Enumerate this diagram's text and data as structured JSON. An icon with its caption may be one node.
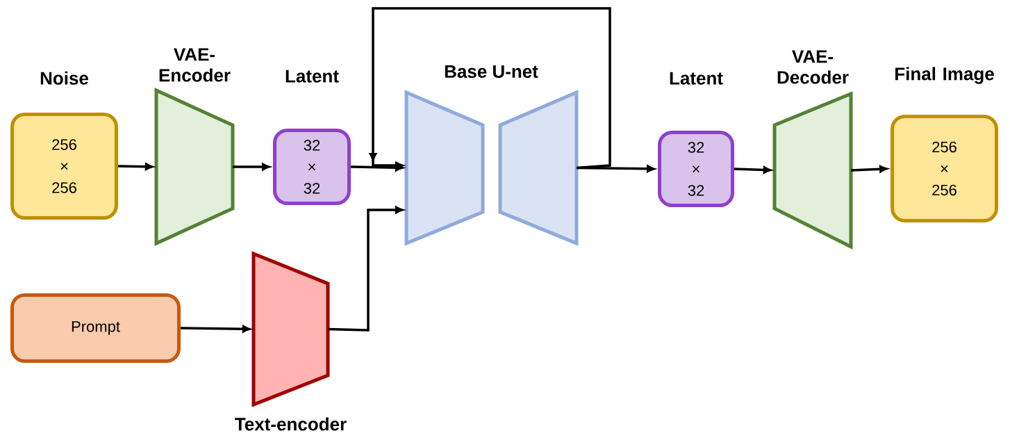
{
  "diagram": {
    "nodes": [
      {
        "text": [
          "Noise",
          "256 × 256"
        ]
      },
      {
        "text": [
          "VAE-Encoder"
        ]
      },
      {
        "text": [
          "Latent",
          "32 × 32"
        ]
      },
      {
        "text": [],
        "shape": "trapezoid"
      },
      {
        "text": [],
        "shape": "trapezoid"
      },
      {
        "text": [
          "Latent",
          "32 × 32"
        ]
      },
      {
        "text": [
          "VAE-Decoder"
        ]
      },
      {
        "text": [
          "Final Image",
          "256 × 256"
        ]
      },
      {
        "text": [
          "Prompt"
        ]
      },
      {
        "text": [
          "Text-encoder"
        ]
      }
    ],
    "edges": [
      {
        "from": 0,
        "to": 1,
        "arrow": "to"
      },
      {
        "from": 1,
        "to": 2,
        "arrow": "to"
      },
      {
        "from": 2,
        "to": 3,
        "arrow": "to"
      },
      {
        "from": 9,
        "to": 3,
        "arrow": "to"
      },
      {
        "from": 4,
        "to": 3,
        "arrow": "to"
      },
      {
        "from": 4,
        "to": 5,
        "arrow": "to"
      },
      {
        "from": 5,
        "to": 6,
        "arrow": "to"
      },
      {
        "from": 6,
        "to": 7,
        "arrow": "to"
      },
      {
        "from": 8,
        "to": 9,
        "arrow": "to"
      }
    ],
    "labels": [
      "Base U-net"
    ]
  }
}
